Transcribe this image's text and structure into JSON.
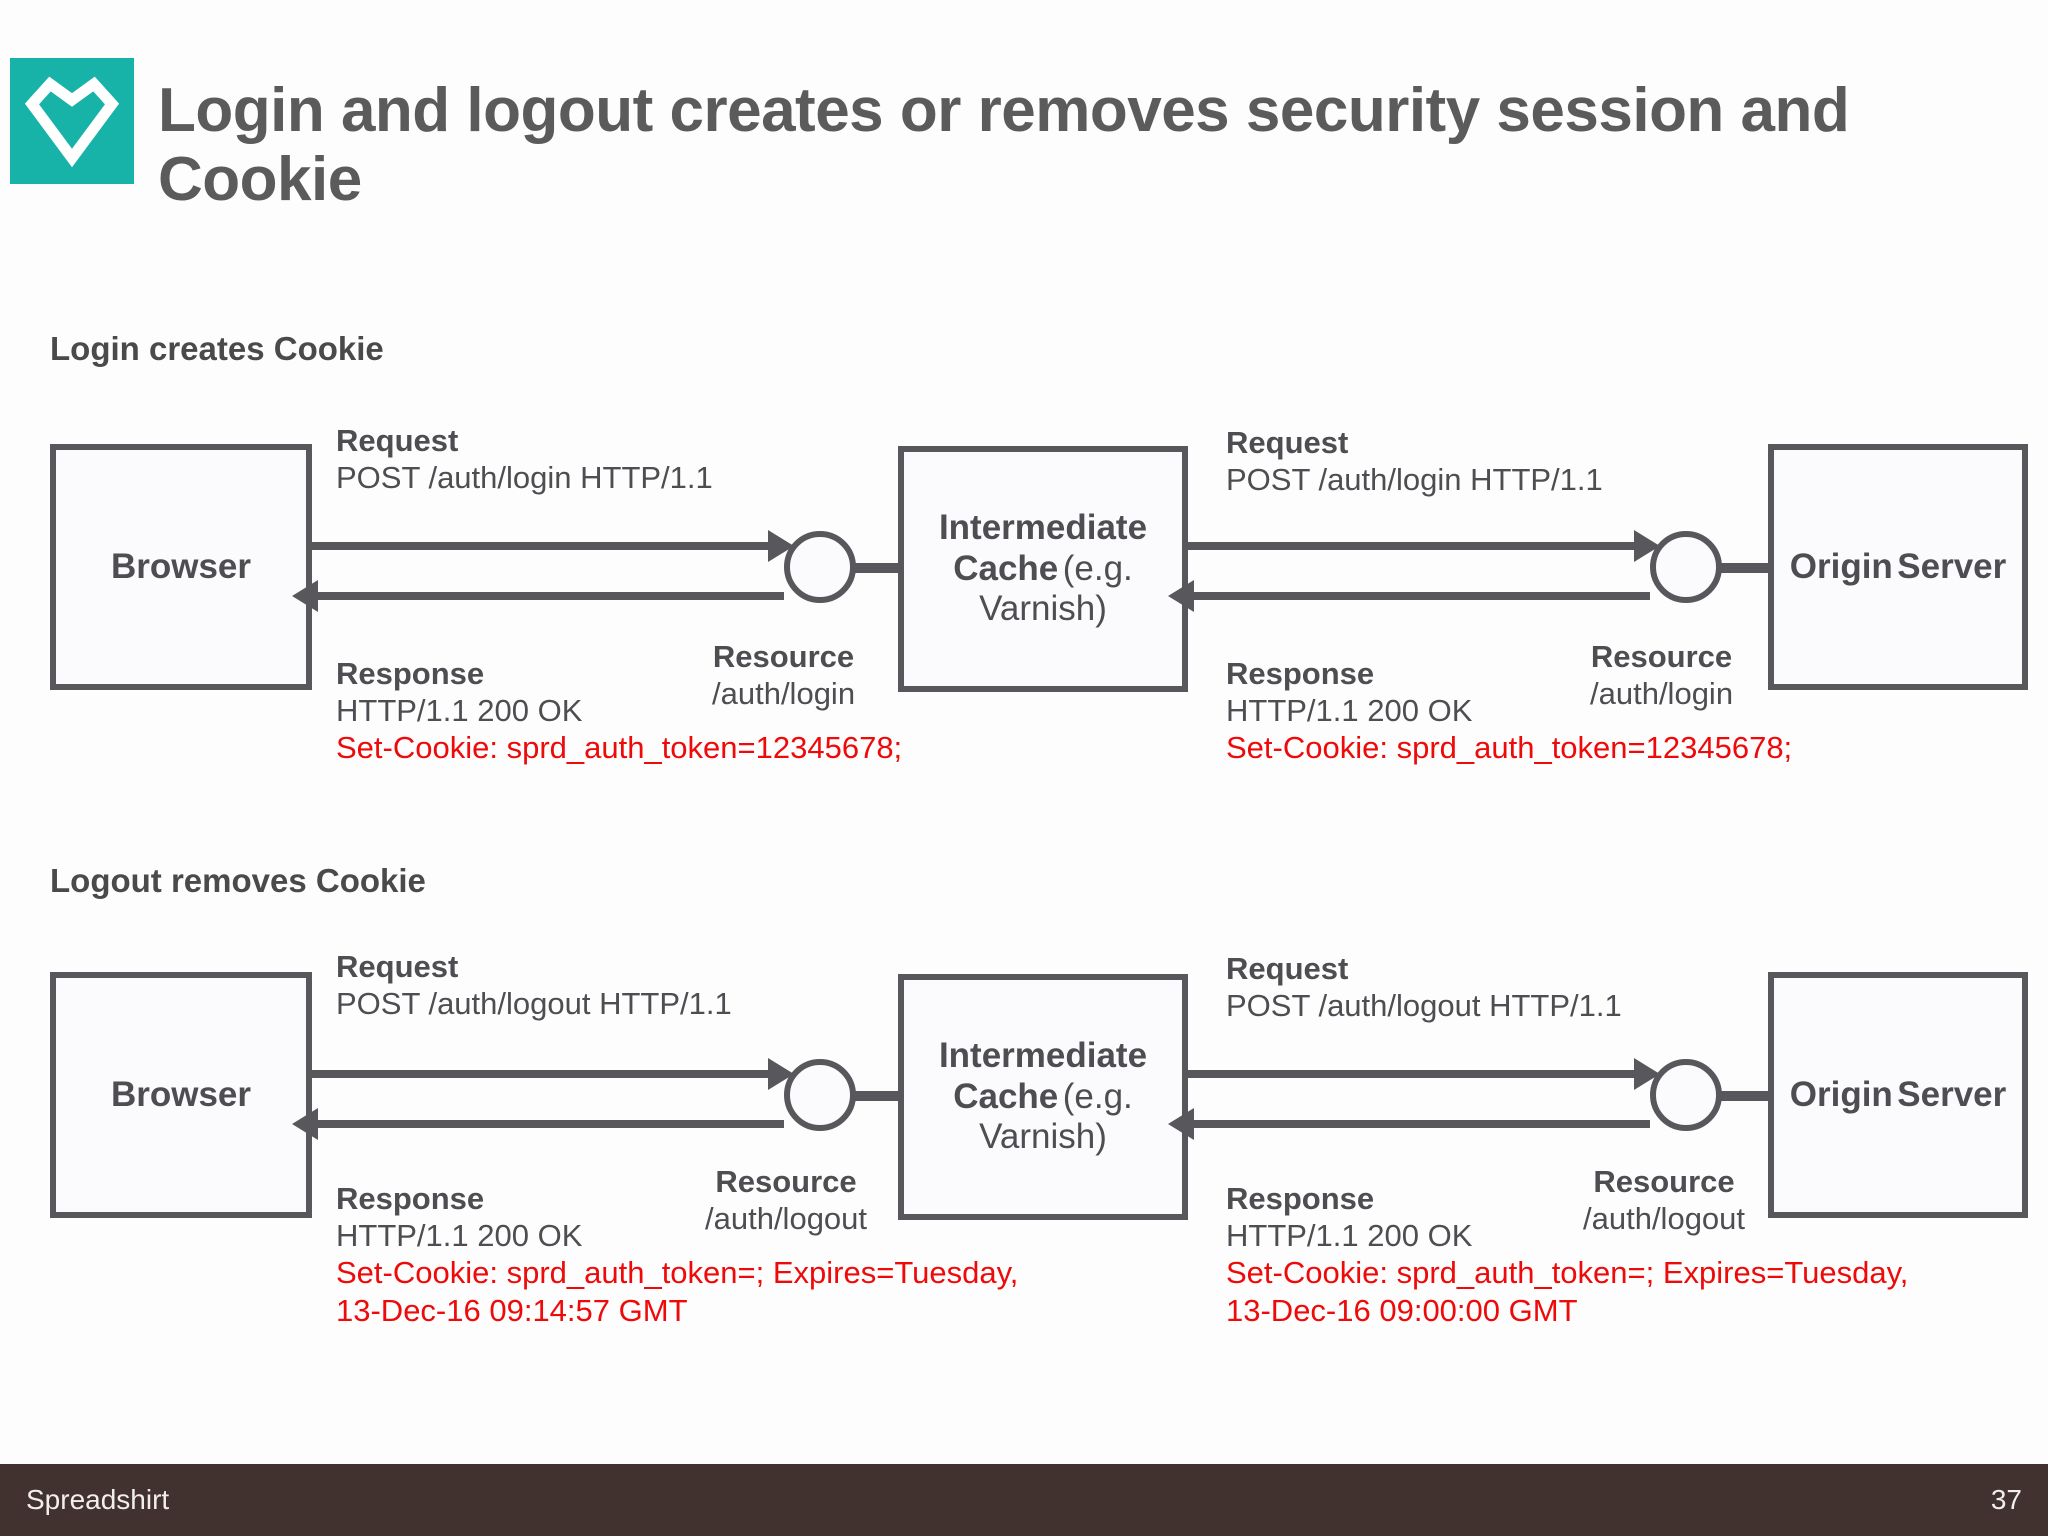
{
  "brand": {
    "logo_icon": "spreadshirt-heart-logo-icon",
    "logo_color": "#17b3a9"
  },
  "title": "Login and logout creates or removes security session and Cookie",
  "colors": {
    "title_grey": "#5b5b5b",
    "stroke_grey": "#58585c",
    "cookie_red": "#ef0a0a",
    "footer_bg": "#41312f",
    "accent_teal": "#17b3a9"
  },
  "sections": [
    {
      "id": "login",
      "caption": "Login creates Cookie",
      "nodes": {
        "browser": {
          "label": "Browser"
        },
        "cache": {
          "line1": "Intermediate",
          "line2": "Cache",
          "line3": "(e.g. Varnish)"
        },
        "origin": {
          "line1": "Origin",
          "line2": "Server"
        }
      },
      "left_leg": {
        "request_header": "Request",
        "request_line": "POST /auth/login HTTP/1.1",
        "response_header": "Response",
        "response_line": "HTTP/1.1 200 OK",
        "cookie_line": "Set-Cookie: sprd_auth_token=12345678;",
        "resource_header": "Resource",
        "resource_path": "/auth/login"
      },
      "right_leg": {
        "request_header": "Request",
        "request_line": "POST /auth/login HTTP/1.1",
        "response_header": "Response",
        "response_line": "HTTP/1.1 200 OK",
        "cookie_line": "Set-Cookie: sprd_auth_token=12345678;",
        "resource_header": "Resource",
        "resource_path": "/auth/login"
      }
    },
    {
      "id": "logout",
      "caption": "Logout removes Cookie",
      "nodes": {
        "browser": {
          "label": "Browser"
        },
        "cache": {
          "line1": "Intermediate",
          "line2": "Cache",
          "line3": "(e.g. Varnish)"
        },
        "origin": {
          "line1": "Origin",
          "line2": "Server"
        }
      },
      "left_leg": {
        "request_header": "Request",
        "request_line": "POST /auth/logout HTTP/1.1",
        "response_header": "Response",
        "response_line": "HTTP/1.1 200 OK",
        "cookie_line": "Set-Cookie: sprd_auth_token=; Expires=Tuesday,",
        "cookie_line2": "13-Dec-16 09:14:57 GMT",
        "resource_header": "Resource",
        "resource_path": "/auth/logout"
      },
      "right_leg": {
        "request_header": "Request",
        "request_line": "POST /auth/logout HTTP/1.1",
        "response_header": "Response",
        "response_line": "HTTP/1.1 200 OK",
        "cookie_line": "Set-Cookie: sprd_auth_token=; Expires=Tuesday,",
        "cookie_line2": "13-Dec-16 09:00:00 GMT",
        "resource_header": "Resource",
        "resource_path": "/auth/logout"
      }
    }
  ],
  "footer": {
    "company": "Spreadshirt",
    "page_number": "37"
  }
}
